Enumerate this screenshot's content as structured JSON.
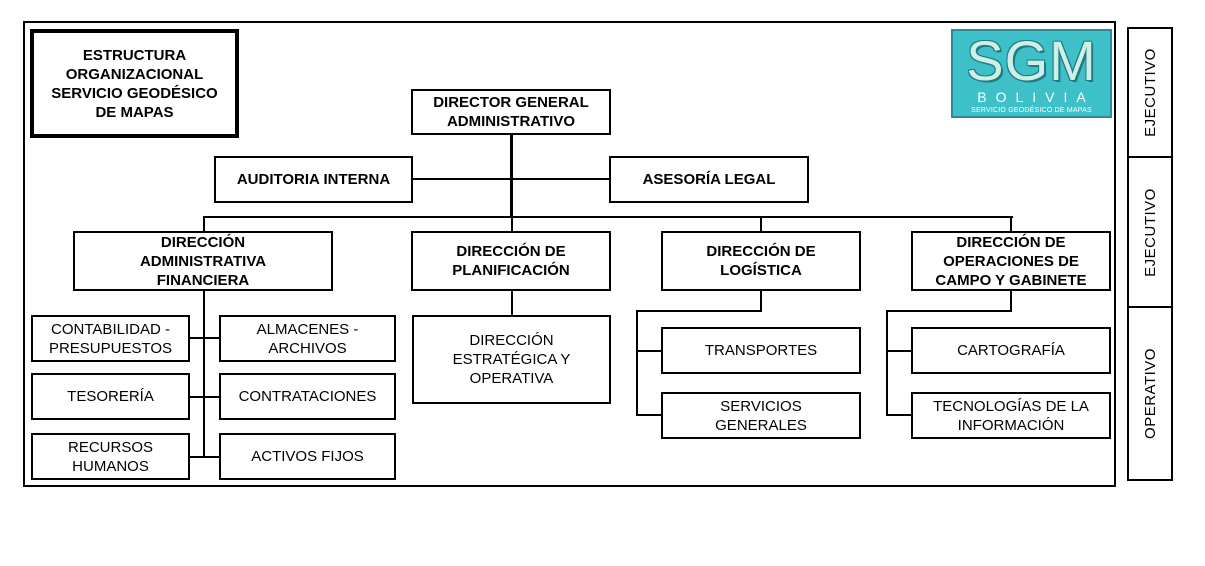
{
  "title": "ESTRUCTURA\nORGANIZACIONAL\nSERVICIO GEODÉSICO\nDE MAPAS",
  "logo": {
    "main": "SGM",
    "country": "BOLIVIA",
    "tagline": "SERVICIO GEODÉSICO DE MAPAS",
    "colors": {
      "background": "#3ec0c8",
      "text": "#cfeee6"
    }
  },
  "levels": [
    "EJECUTIVO",
    "EJECUTIVO",
    "OPERATIVO"
  ],
  "director": "DIRECTOR GENERAL\nADMINISTRATIVO",
  "staff": {
    "audit": "AUDITORIA INTERNA",
    "legal": "ASESORÍA LEGAL"
  },
  "directorates": {
    "admin": "DIRECCIÓN\nADMINISTRATIVA\nFINANCIERA",
    "planning": "DIRECCIÓN DE\nPLANIFICACIÓN",
    "logistics": "DIRECCIÓN DE\nLOGÍSTICA",
    "operations": "DIRECCIÓN DE\nOPERACIONES DE\nCAMPO Y GABINETE"
  },
  "admin_units": {
    "accounting": "CONTABILIDAD -\nPRESUPUESTOS",
    "warehouses": "ALMACENES -\nARCHIVOS",
    "treasury": "TESORERÍA",
    "procurement": "CONTRATACIONES",
    "hr": "RECURSOS\nHUMANOS",
    "assets": "ACTIVOS FIJOS"
  },
  "planning_units": {
    "strategic": "DIRECCIÓN\nESTRATÉGICA Y\nOPERATIVA"
  },
  "logistics_units": {
    "transport": "TRANSPORTES",
    "general": "SERVICIOS\nGENERALES"
  },
  "operations_units": {
    "cartography": "CARTOGRAFÍA",
    "it": "TECNOLOGÍAS DE LA\nINFORMACIÓN"
  }
}
